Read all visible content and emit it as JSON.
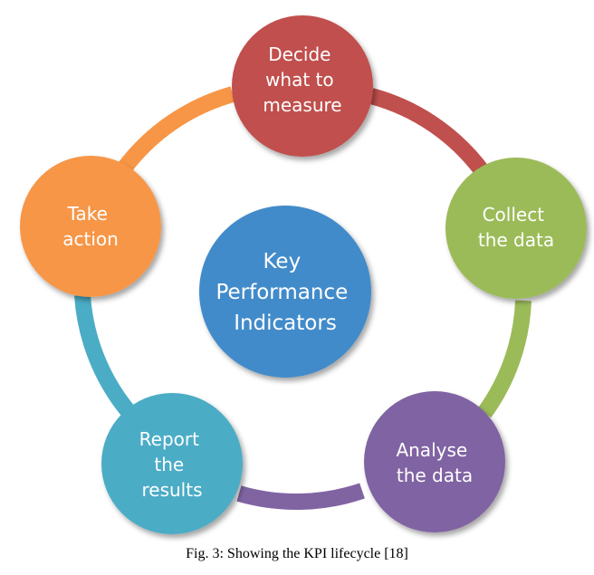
{
  "center": {
    "lines": [
      "Key",
      "Performance",
      "Indicators"
    ],
    "color": "#428bca"
  },
  "nodes": [
    {
      "id": "decide",
      "lines": [
        "Decide",
        "what to",
        "measure"
      ],
      "color": "#c0504d",
      "connector_color": "#c0504d"
    },
    {
      "id": "collect",
      "lines": [
        "Collect",
        "the data"
      ],
      "color": "#9bbb59",
      "connector_color": "#9bbb59"
    },
    {
      "id": "analyse",
      "lines": [
        "Analyse",
        "the data"
      ],
      "color": "#8064a2",
      "connector_color": "#8064a2"
    },
    {
      "id": "report",
      "lines": [
        "Report",
        "the",
        "results"
      ],
      "color": "#4bacc6",
      "connector_color": "#4bacc6"
    },
    {
      "id": "action",
      "lines": [
        "Take",
        "action"
      ],
      "color": "#f79646",
      "connector_color": "#f79646"
    }
  ],
  "caption": "Fig. 3: Showing the KPI lifecycle [18]"
}
